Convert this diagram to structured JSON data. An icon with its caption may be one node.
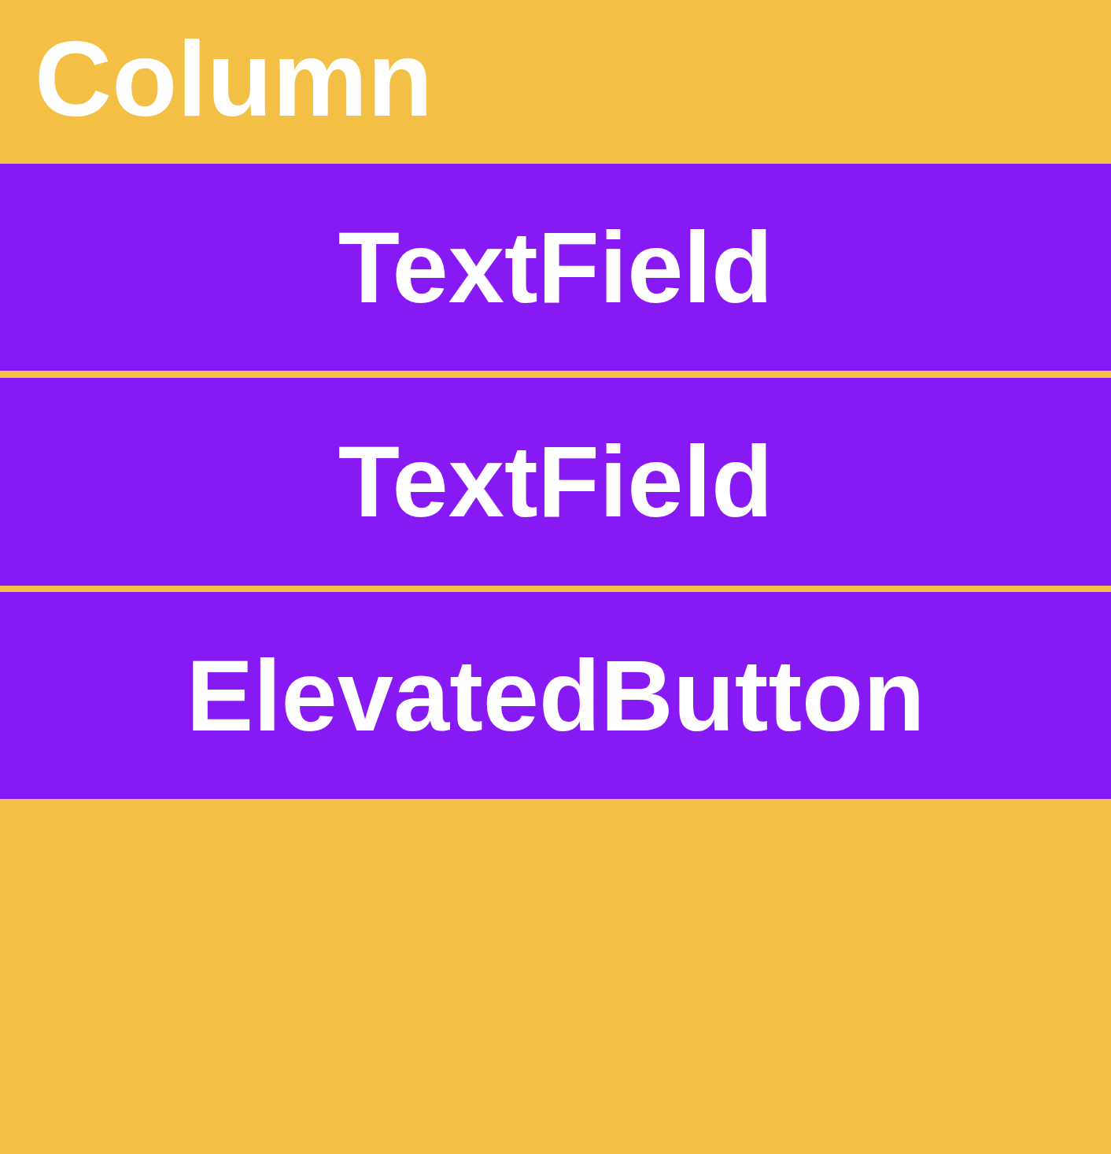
{
  "diagram": {
    "nodes": [
      {
        "text": [
          "Column"
        ]
      },
      {
        "text": [
          "TextField"
        ],
        "in": 0
      },
      {
        "text": [
          "TextField"
        ],
        "in": 0
      },
      {
        "text": [
          "ElevatedButton"
        ],
        "in": 0
      }
    ]
  }
}
